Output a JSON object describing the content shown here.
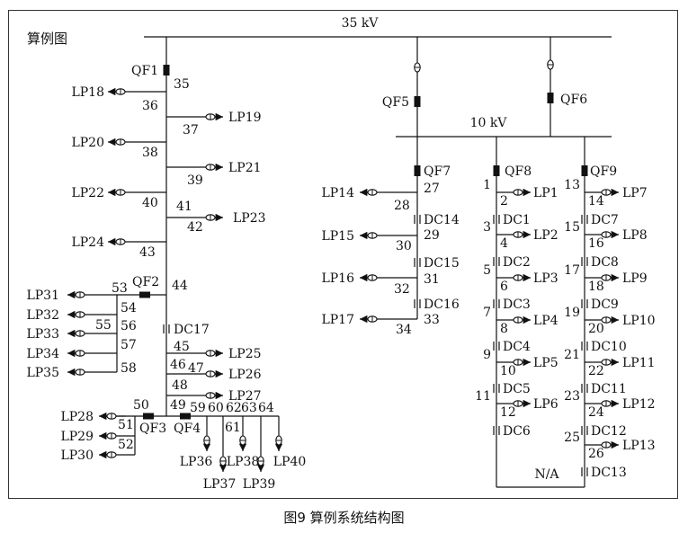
{
  "figure_label": "算例图",
  "caption": "图9   算例系统结构图",
  "bus_35kv": "35 kV",
  "bus_10kv": "10 kV",
  "na_label": "N/A",
  "breakers": [
    "QF1",
    "QF2",
    "QF3",
    "QF4",
    "QF5",
    "QF6",
    "QF7",
    "QF8",
    "QF9"
  ],
  "loads": [
    "LP1",
    "LP2",
    "LP3",
    "LP4",
    "LP5",
    "LP6",
    "LP7",
    "LP8",
    "LP9",
    "LP10",
    "LP11",
    "LP12",
    "LP13",
    "LP14",
    "LP15",
    "LP16",
    "LP17",
    "LP18",
    "LP19",
    "LP20",
    "LP21",
    "LP22",
    "LP23",
    "LP24",
    "LP25",
    "LP26",
    "LP27",
    "LP28",
    "LP29",
    "LP30",
    "LP31",
    "LP32",
    "LP33",
    "LP34",
    "LP35",
    "LP36",
    "LP37",
    "LP38",
    "LP39",
    "LP40"
  ],
  "switches": [
    "DC1",
    "DC2",
    "DC3",
    "DC4",
    "DC5",
    "DC6",
    "DC7",
    "DC8",
    "DC9",
    "DC10",
    "DC11",
    "DC12",
    "DC13",
    "DC14",
    "DC15",
    "DC16",
    "DC17"
  ],
  "node_numbers": [
    "1",
    "2",
    "3",
    "4",
    "5",
    "6",
    "7",
    "8",
    "9",
    "10",
    "11",
    "12",
    "13",
    "14",
    "15",
    "16",
    "17",
    "18",
    "19",
    "20",
    "21",
    "22",
    "23",
    "24",
    "25",
    "26",
    "27",
    "28",
    "29",
    "30",
    "31",
    "32",
    "33",
    "34",
    "35",
    "36",
    "37",
    "38",
    "39",
    "40",
    "41",
    "42",
    "43",
    "44",
    "45",
    "46",
    "47",
    "48",
    "49",
    "50",
    "51",
    "52",
    "53",
    "54",
    "55",
    "56",
    "57",
    "58",
    "59",
    "60",
    "61",
    "62",
    "63",
    "64"
  ]
}
